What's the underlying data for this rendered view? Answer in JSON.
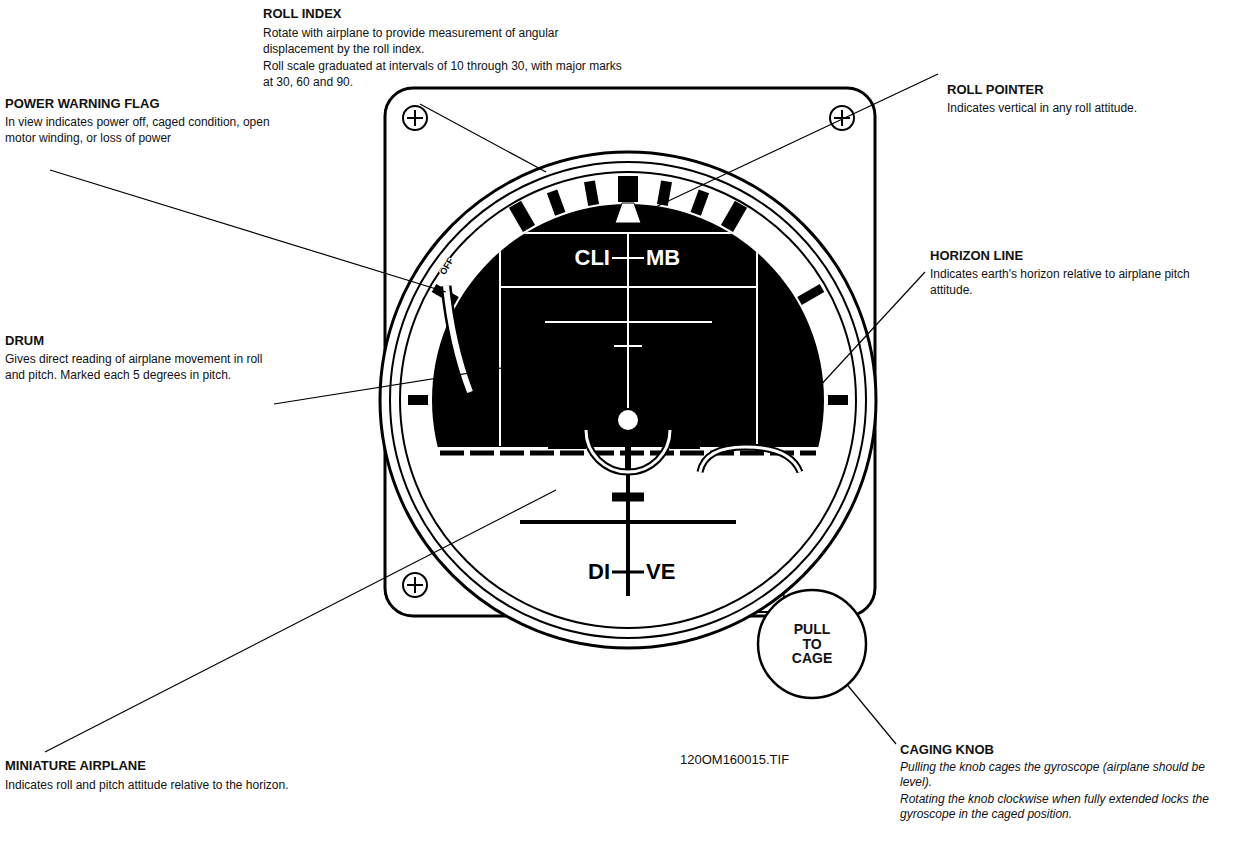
{
  "diagram": {
    "nodes": [
      {
        "text": [
          "PULL TO CAGE"
        ]
      }
    ],
    "labels": [
      "ROLL INDEX",
      "Rotate with airplane to provide measurement of angular displacement by the roll index.",
      "Roll scale graduated at intervals of 10 through 30, with major marks at 30, 60 and 90.",
      "ROLL POINTER",
      "Indicates vertical in any roll attitude.",
      "POWER WARNING FLAG",
      "In view indicates power off, caged condition, open motor winding, or loss of power",
      "HORIZON LINE",
      "Indicates earth's horizon relative to airplane pitch attitude.",
      "DRUM",
      "Gives direct reading of airplane movement in roll and pitch. Marked each 5 degrees in pitch.",
      "MINIATURE AIRPLANE",
      "Indicates roll and pitch attitude relative to the horizon.",
      "120OM160015.TIF",
      "CAGING KNOB",
      "Pulling the knob cages the gyroscope (airplane should be level).",
      "Rotating the knob clockwise when fully extended locks the gyroscope in the caged position.",
      "OFF",
      "CLI",
      "MB",
      "DI",
      "VE"
    ]
  }
}
